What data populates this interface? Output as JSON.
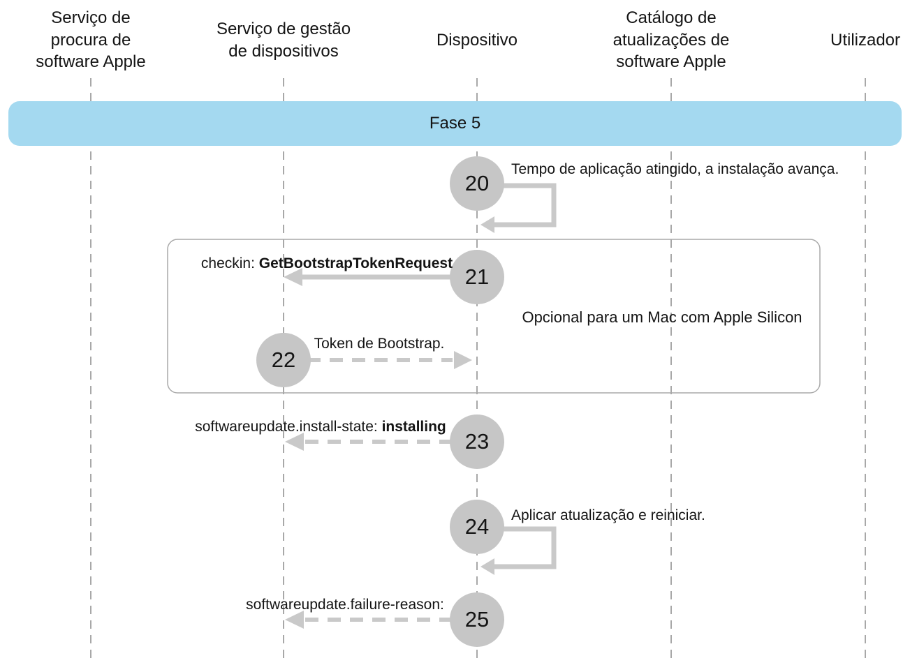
{
  "banner": {
    "label": "Fase 5"
  },
  "actors": [
    {
      "label": "Serviço de procura de software Apple"
    },
    {
      "label": "Serviço de gestão de dispositivos"
    },
    {
      "label": "Dispositivo"
    },
    {
      "label": "Catálogo de atualizações de software Apple"
    },
    {
      "label": "Utilizador"
    }
  ],
  "optional_box": {
    "label": "Opcional para um Mac com Apple Silicon"
  },
  "steps": [
    {
      "number": "20",
      "type": "self-loop",
      "actor": "Dispositivo",
      "label": "Tempo de aplicação atingido, a instalação avança."
    },
    {
      "number": "21",
      "type": "solid-arrow-left",
      "from": "Dispositivo",
      "to": "Serviço de gestão de dispositivos",
      "label_prefix": "checkin: ",
      "label_value": "GetBootstrapTokenRequest"
    },
    {
      "number": "22",
      "type": "dashed-arrow-right",
      "from": "Serviço de gestão de dispositivos",
      "to": "Dispositivo",
      "label": "Token de Bootstrap."
    },
    {
      "number": "23",
      "type": "dashed-arrow-left",
      "from": "Dispositivo",
      "to": "Serviço de gestão de dispositivos",
      "label_prefix": "softwareupdate.install-state: ",
      "label_value": "installing"
    },
    {
      "number": "24",
      "type": "self-loop",
      "actor": "Dispositivo",
      "label": "Aplicar atualização e reiniciar."
    },
    {
      "number": "25",
      "type": "dashed-arrow-left",
      "from": "Dispositivo",
      "to": "Serviço de gestão de dispositivos",
      "label": "softwareupdate.failure-reason:"
    }
  ],
  "colors": {
    "background": "#ffffff",
    "banner": "#a4d9f0",
    "circle": "#c6c6c6",
    "arrow": "#c9c9c9",
    "lifeline": "#a8a8a8",
    "box_border": "#a9a9a9",
    "text": "#141414"
  }
}
